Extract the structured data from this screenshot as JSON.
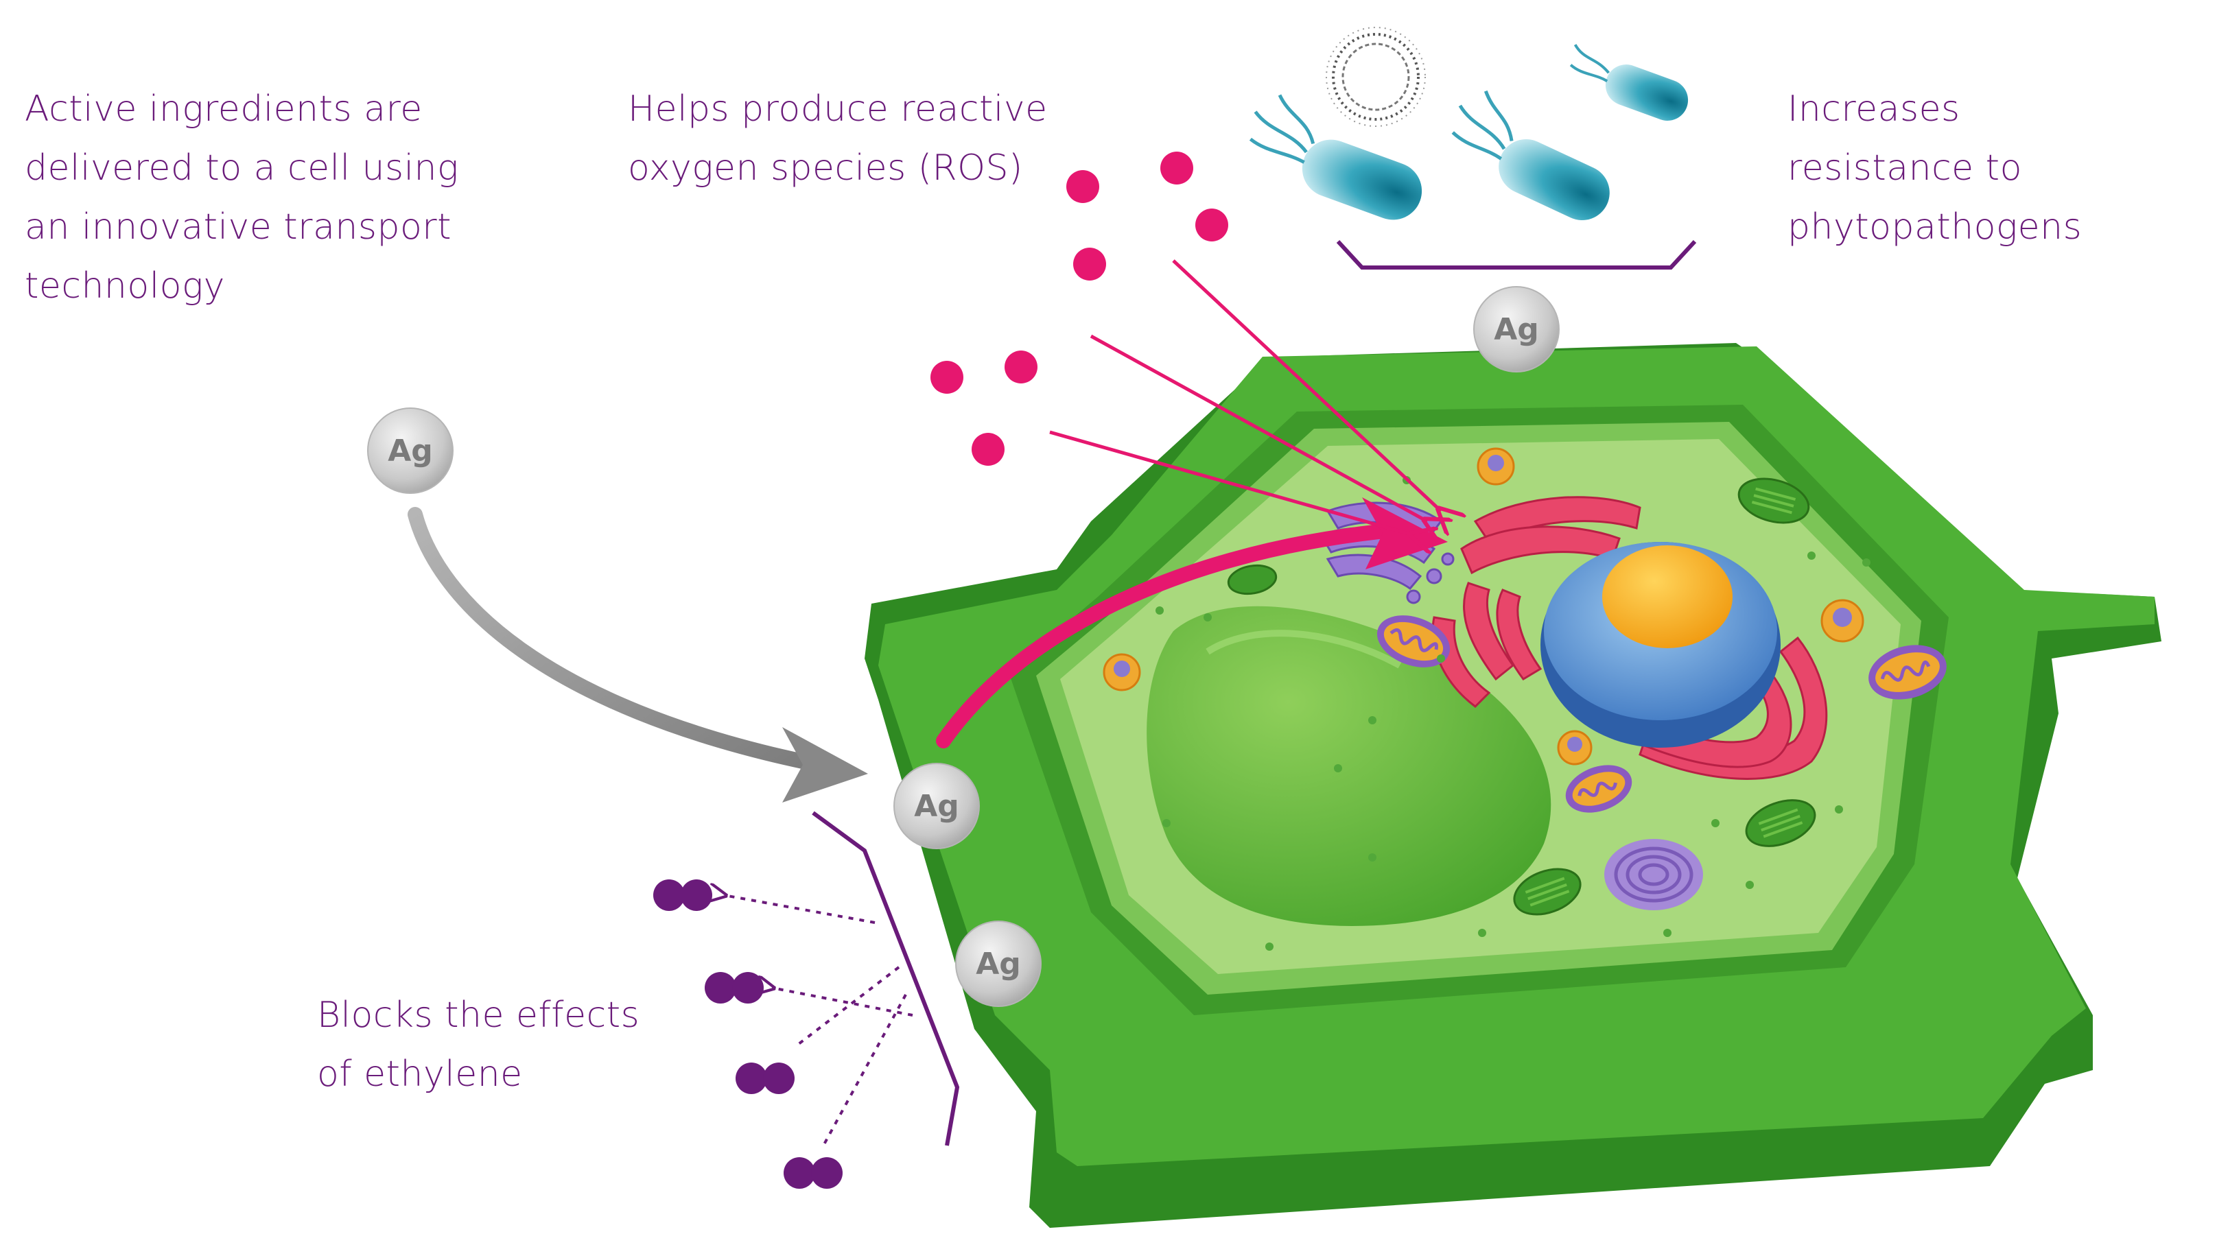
{
  "colors": {
    "text": "#6a1b7a",
    "ros": "#e6176f",
    "ethylene": "#6a1b7a",
    "cell_wall": "#3e9a2a",
    "cell_wall_light": "#5bbf3a",
    "cytoplasm": "#a8d77a",
    "vacuole": "#5fb33a",
    "nucleus": "#3d78c2",
    "nucleolus": "#f0a81c",
    "er": "#e8466a",
    "ag_particle": "#c8c8c8",
    "arrow_gray": "#8a8a8a"
  },
  "labels": {
    "transport": [
      "Active ingredients are",
      "delivered to a cell using",
      "an innovative transport",
      "technology"
    ],
    "ros": [
      "Helps produce reactive",
      "oxygen species (ROS)"
    ],
    "resistance": [
      "Increases",
      "resistance to",
      "phytopathogens"
    ],
    "ethylene": [
      "Blocks the effects",
      "of ethylene"
    ]
  },
  "particles": {
    "silver_symbol": "Ag"
  },
  "icons": [
    "bacterium-icon",
    "virus-icon",
    "plant-cell-icon",
    "ethylene-molecule-icon",
    "ros-dot-icon"
  ]
}
